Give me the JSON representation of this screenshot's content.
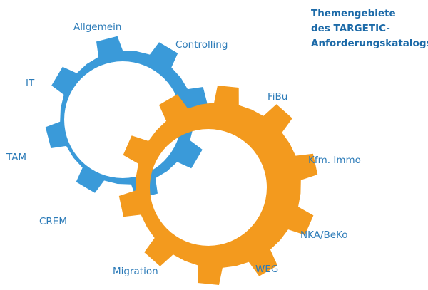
{
  "title": {
    "lines": [
      "Themengebiete",
      "des TARGETIC-",
      "Anforderungskatalogs"
    ]
  },
  "blue_gear": {
    "color": "#3a9ad9",
    "labels": [
      "Allgemein",
      "Controlling",
      "IT",
      "TAM",
      "CREM"
    ]
  },
  "orange_gear": {
    "color": "#f39a1e",
    "labels": [
      "FiBu",
      "Kfm. Immo",
      "NKA/BeKo",
      "WEG",
      "Migration"
    ]
  }
}
